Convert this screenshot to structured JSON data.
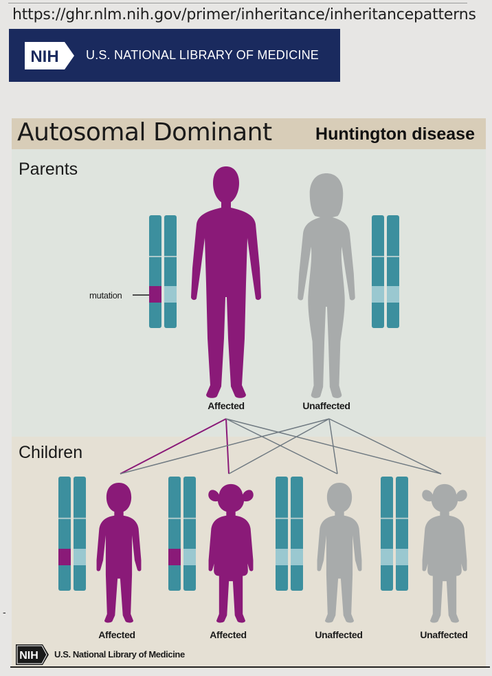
{
  "url": "https://ghr.nlm.nih.gov/primer/inheritance/inheritancepatterns",
  "banner": {
    "logo": "NIH",
    "text": "U.S. NATIONAL LIBRARY OF MEDICINE"
  },
  "title": {
    "pattern": "Autosomal Dominant",
    "disease": "Huntington disease"
  },
  "sections": {
    "parents": "Parents",
    "children": "Children"
  },
  "mutation_label": "mutation",
  "parents": [
    {
      "status": "Affected",
      "sex": "male"
    },
    {
      "status": "Unaffected",
      "sex": "female"
    }
  ],
  "children": [
    {
      "status": "Affected",
      "sex": "boy"
    },
    {
      "status": "Affected",
      "sex": "girl"
    },
    {
      "status": "Unaffected",
      "sex": "boy"
    },
    {
      "status": "Unaffected",
      "sex": "girl"
    }
  ],
  "footer": {
    "logo": "NIH",
    "text": "U.S. National Library of Medicine"
  },
  "colors": {
    "affected": "#8a1a78",
    "unaffected": "#a8abab",
    "chromosome": "#3c8f9e",
    "chromosome_light": "#9ac8d0",
    "mutation": "#8a1a78",
    "banner": "#1a2a5e"
  },
  "dash": "-"
}
